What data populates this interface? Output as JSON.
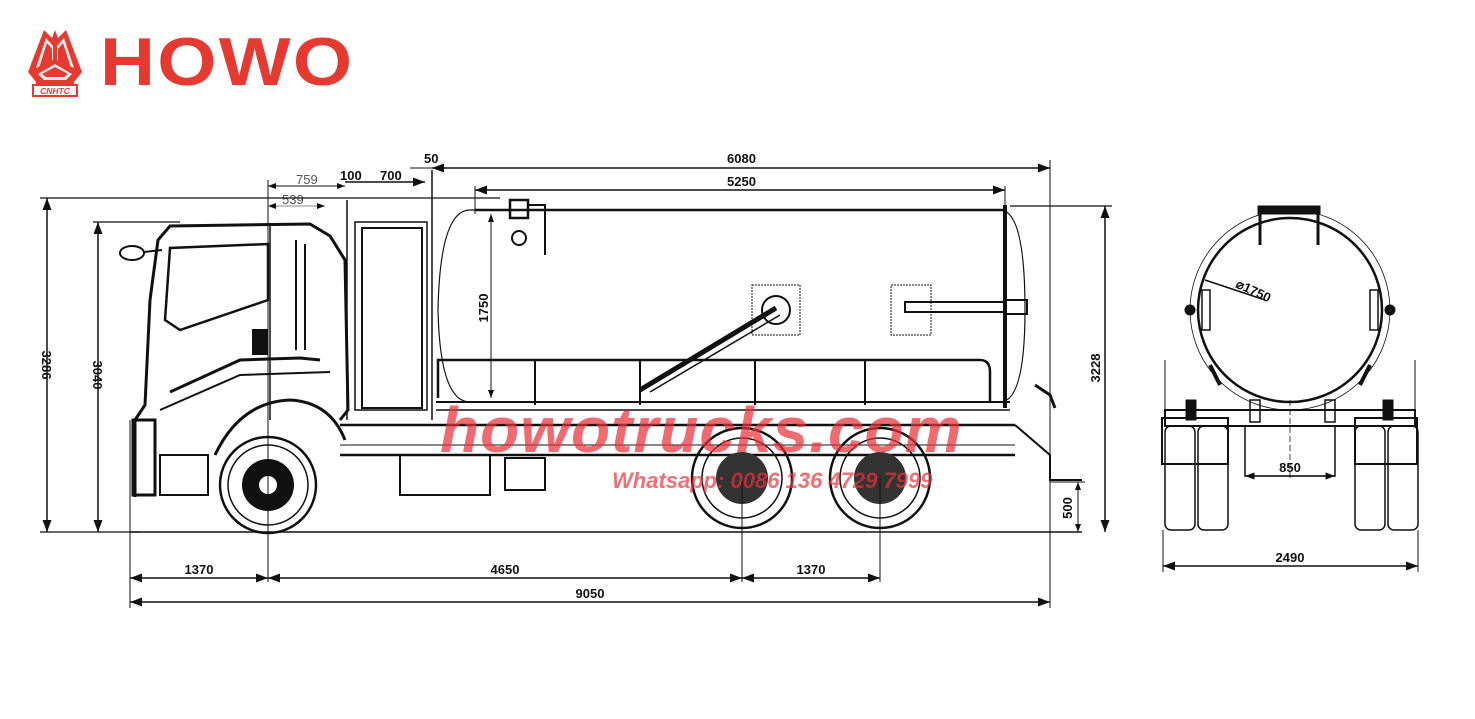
{
  "brand": {
    "name": "HOWO",
    "emblem_text": "CNHTC",
    "color": "#e53a32"
  },
  "watermark": {
    "site": "howotrucks.com",
    "contact": "Whatsapp: 0086 136 4729 7999",
    "color": "#e8323a"
  },
  "side_view": {
    "top_dimensions": {
      "cab_gap_outer": "759",
      "cab_gap_inner": "539",
      "gap_100": "100",
      "gap_700": "700",
      "gap_50": "50",
      "tank_total": "6080",
      "tank_body": "5250"
    },
    "vertical_dimensions": {
      "overall_height": "3286",
      "cab_height": "3040",
      "tank_diameter_side": "1750",
      "tank_top_height": "3228",
      "rear_frame_height": "500"
    },
    "bottom_dimensions": {
      "front_overhang": "1370",
      "wheelbase": "4650",
      "axle_spacing": "1370",
      "overall_length": "9050"
    }
  },
  "rear_view": {
    "tank_diameter": "⌀1750",
    "frame_width": "850",
    "overall_width": "2490"
  }
}
